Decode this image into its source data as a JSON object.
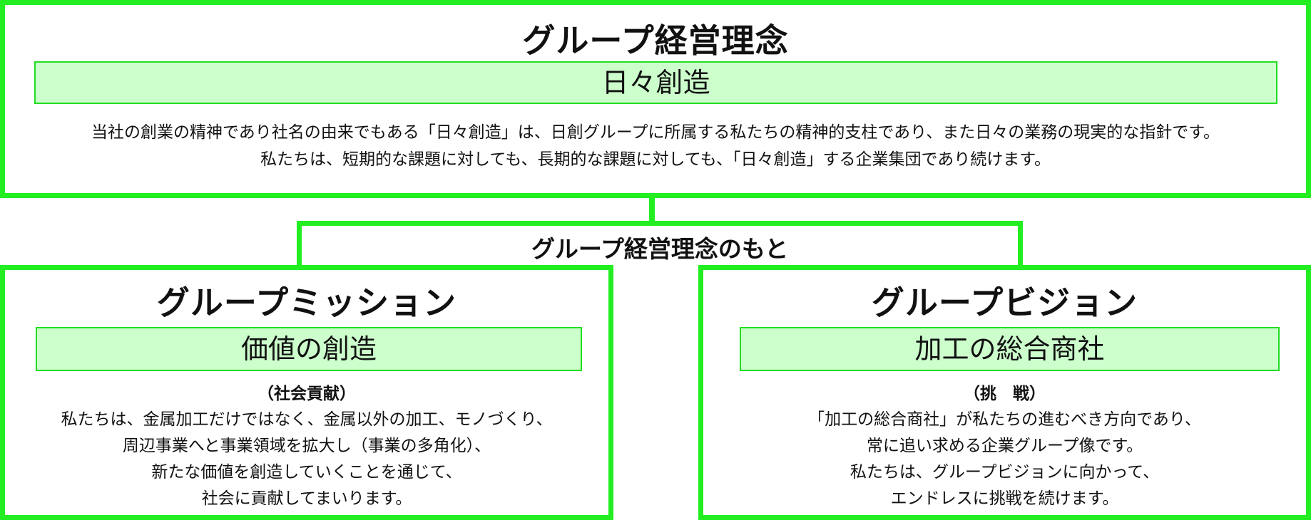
{
  "philosophy": {
    "title": "グループ経営理念",
    "banner": "日々創造",
    "lines": [
      "当社の創業の精神であり社名の由来でもある「日々創造」は、日創グループに所属する私たちの精神的支柱であり、また日々の業務の現実的な指針です。",
      "私たちは、短期的な課題に対しても、長期的な課題に対しても、「日々創造」する企業集団であり続けます。"
    ]
  },
  "bridge": {
    "label": "グループ経営理念のもと"
  },
  "mission": {
    "title": "グループミッション",
    "banner": "価値の創造",
    "subheading": "（社会貢献）",
    "lines": [
      "私たちは、金属加工だけではなく、金属以外の加工、モノづくり、",
      "周辺事業へと事業領域を拡大し（事業の多角化）、",
      "新たな価値を創造していくことを通じて、",
      "社会に貢献してまいります。"
    ]
  },
  "vision": {
    "title": "グループビジョン",
    "banner": "加工の総合商社",
    "subheading": "（挑　戦）",
    "lines": [
      "「加工の総合商社」が私たちの進むべき方向であり、",
      "常に追い求める企業グループ像です。",
      "私たちは、グループビジョンに向かって、",
      "エンドレスに挑戦を続けます。"
    ]
  },
  "colors": {
    "border": "#22ee22",
    "banner_fill": "#ccffcc"
  }
}
